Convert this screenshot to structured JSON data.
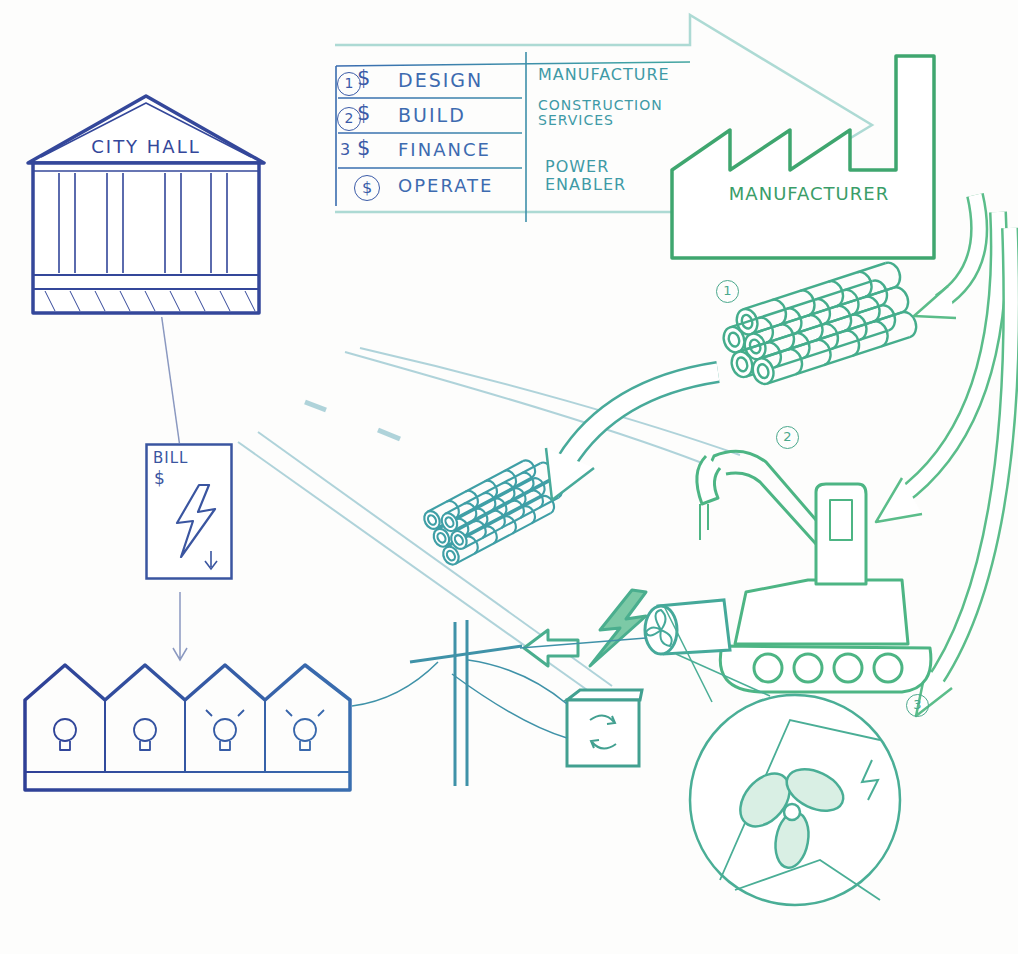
{
  "diagram": {
    "nodes": [
      {
        "text": [
          "CITY HALL"
        ]
      },
      {
        "text": [
          "MANUFACTURER"
        ]
      },
      {
        "text": [
          "BILL",
          "$"
        ]
      }
    ],
    "edges": [
      {
        "from": 0,
        "to": 2,
        "arrow": "none"
      }
    ],
    "labels": [
      "1",
      "$",
      "DESIGN",
      "MANUFACTURE",
      "2",
      "$",
      "BUILD",
      "CONSTRUCTION SERVICES",
      "3",
      "$",
      "FINANCE",
      "POWER ENABLER",
      "$",
      "OPERATE",
      "1",
      "2",
      "3"
    ]
  }
}
